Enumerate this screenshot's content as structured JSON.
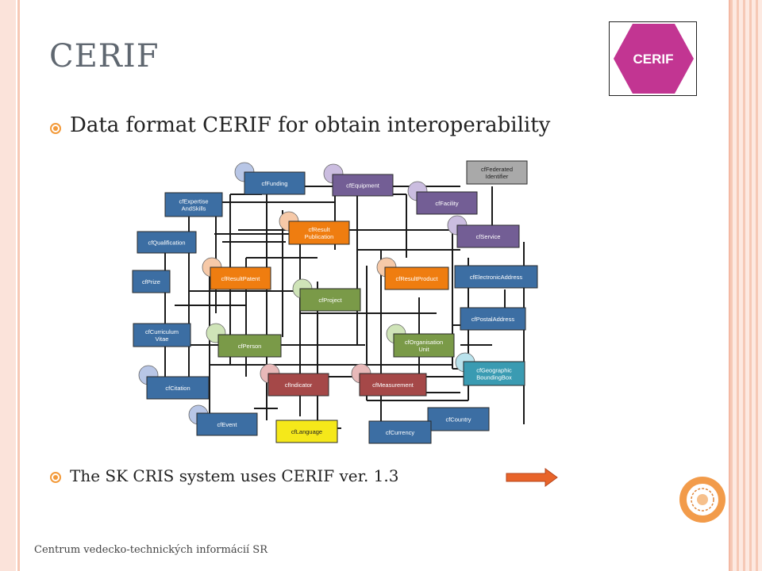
{
  "slide": {
    "title": "CERIF",
    "logo_text": "CERIF",
    "bullets": [
      "Data format  CERIF for obtain interoperability",
      "The SK CRIS system uses CERIF ver. 1.3"
    ],
    "footer": "Centrum vedecko-technických informácií SR"
  },
  "colors": {
    "logo_hex": "#c23592",
    "bullet": "#f39a3a",
    "arrow": "#e8642a",
    "blue": "#3c6ea3",
    "purple": "#735e95",
    "orange": "#ef7d10",
    "green": "#7a9a48",
    "red": "#a54848",
    "yellow": "#f5e81a",
    "teal": "#3a9bb2",
    "gray": "#a9a9a9"
  },
  "diagram": {
    "entities": [
      {
        "key": "funding",
        "lines": [
          "cfFunding"
        ],
        "color": "blue"
      },
      {
        "key": "equipment",
        "lines": [
          "cfEquipment"
        ],
        "color": "purple"
      },
      {
        "key": "federated",
        "lines": [
          "cfFederated",
          "Identifier"
        ],
        "color": "gray"
      },
      {
        "key": "expertise",
        "lines": [
          "cfExpertise",
          "AndSkills"
        ],
        "color": "blue"
      },
      {
        "key": "facility",
        "lines": [
          "cfFacility"
        ],
        "color": "purple"
      },
      {
        "key": "resultpub",
        "lines": [
          "cfResult",
          "Publication"
        ],
        "color": "orange"
      },
      {
        "key": "qualification",
        "lines": [
          "cfQualification"
        ],
        "color": "blue"
      },
      {
        "key": "service",
        "lines": [
          "cfService"
        ],
        "color": "purple"
      },
      {
        "key": "prize",
        "lines": [
          "cfPrize"
        ],
        "color": "blue"
      },
      {
        "key": "resultpatent",
        "lines": [
          "cfResultPatent"
        ],
        "color": "orange"
      },
      {
        "key": "resultproduct",
        "lines": [
          "cfResultProduct"
        ],
        "color": "orange"
      },
      {
        "key": "eaddress",
        "lines": [
          "cfElectronicAddress"
        ],
        "color": "blue"
      },
      {
        "key": "project",
        "lines": [
          "cfProject"
        ],
        "color": "green"
      },
      {
        "key": "cv",
        "lines": [
          "cfCurriculum",
          "Vitae"
        ],
        "color": "blue"
      },
      {
        "key": "paddress",
        "lines": [
          "cfPostalAddress"
        ],
        "color": "blue"
      },
      {
        "key": "person",
        "lines": [
          "cfPerson"
        ],
        "color": "green"
      },
      {
        "key": "orgunit",
        "lines": [
          "cfOrganisation",
          "Unit"
        ],
        "color": "green"
      },
      {
        "key": "geobbox",
        "lines": [
          "cfGeographic",
          "BoundingBox"
        ],
        "color": "teal"
      },
      {
        "key": "citation",
        "lines": [
          "cfCitation"
        ],
        "color": "blue"
      },
      {
        "key": "indicator",
        "lines": [
          "cfIndicator"
        ],
        "color": "red"
      },
      {
        "key": "measurement",
        "lines": [
          "cfMeasurement"
        ],
        "color": "red"
      },
      {
        "key": "event",
        "lines": [
          "cfEvent"
        ],
        "color": "blue"
      },
      {
        "key": "country",
        "lines": [
          "cfCountry"
        ],
        "color": "blue"
      },
      {
        "key": "language",
        "lines": [
          "cfLanguage"
        ],
        "color": "yellow"
      },
      {
        "key": "currency",
        "lines": [
          "cfCurrency"
        ],
        "color": "blue"
      }
    ]
  }
}
